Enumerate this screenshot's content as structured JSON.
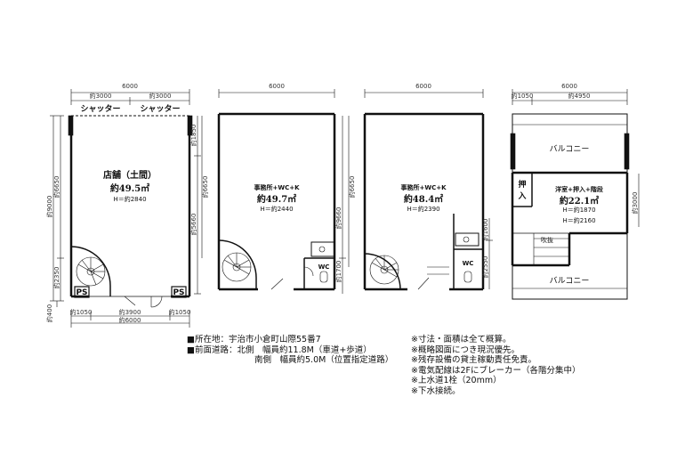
{
  "floor1": {
    "top_total": "6000",
    "top_left": "約3000",
    "top_right": "約3000",
    "shutter_left": "シャッター",
    "shutter_right": "シャッター",
    "left_total": "約9000",
    "left_upper": "約6650",
    "left_lower": "約2350",
    "right_upper": "約1850",
    "right_lower": "約5660",
    "room_name": "店舗（土間）",
    "room_area": "約49.5㎡",
    "room_height": "H＝約2840",
    "ps_left": "PS",
    "ps_right": "PS",
    "bottom_left": "約1050",
    "bottom_mid": "約3900",
    "bottom_right": "約1050",
    "bottom_total": "約6000",
    "left_offset": "約400"
  },
  "floor2": {
    "top_total": "6000",
    "left_upper": "約6650",
    "right_upper": "約9660",
    "right_lower": "約1700",
    "room_name": "事務所+WC+K",
    "room_area": "約49.7㎡",
    "room_height": "H＝約2440",
    "wc": "WC"
  },
  "floor3": {
    "top_total": "6000",
    "left_upper": "約6650",
    "right_upper": "約1600",
    "right_lower": "約2550",
    "room_name": "事務所+WC+K",
    "room_area": "約48.4㎡",
    "room_height": "H＝約2390",
    "wc": "WC"
  },
  "floor4": {
    "top_total": "6000",
    "top_left": "約1050",
    "top_right": "約4950",
    "balcony_top": "バルコニー",
    "balcony_bottom": "バルコニー",
    "oshiire": "押入",
    "room_name": "洋室+押入+階段",
    "room_area": "約22.1㎡",
    "room_height1": "H＝約1870",
    "room_height2": "H＝約2160",
    "fukinuke": "吹抜",
    "right_dim": "約3000"
  },
  "info": {
    "address_label": "■所在地：宇治市小倉町山際55番7",
    "road_label": "■前面道路：北側　幅員約11.8M（車道+歩道）",
    "road_south": "南側　幅員約5.0M（位置指定道路）"
  },
  "notes": [
    "※寸法・面積は全て概算。",
    "※概略図面につき現況優先。",
    "※残存設備の貸主稼動責任免責。",
    "※電気配線は2Fにブレーカー（各階分集中）",
    "※上水道1栓（20mm）",
    "※下水接続。"
  ]
}
